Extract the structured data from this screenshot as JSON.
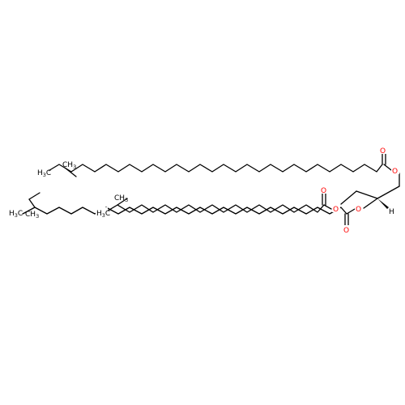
{
  "atoms": {
    "oxygen": "O",
    "hydrogen": "H",
    "methyl_h": "H",
    "methyl_sub": "3",
    "methyl_c": "C",
    "methyl_label": "H3C"
  },
  "colors": {
    "bond": "#000000",
    "oxygen": "#ff0000",
    "background": "#ffffff"
  },
  "molecule": {
    "type": "skeletal formula",
    "chains": 3,
    "stereo_center": "wedge bond to H"
  }
}
